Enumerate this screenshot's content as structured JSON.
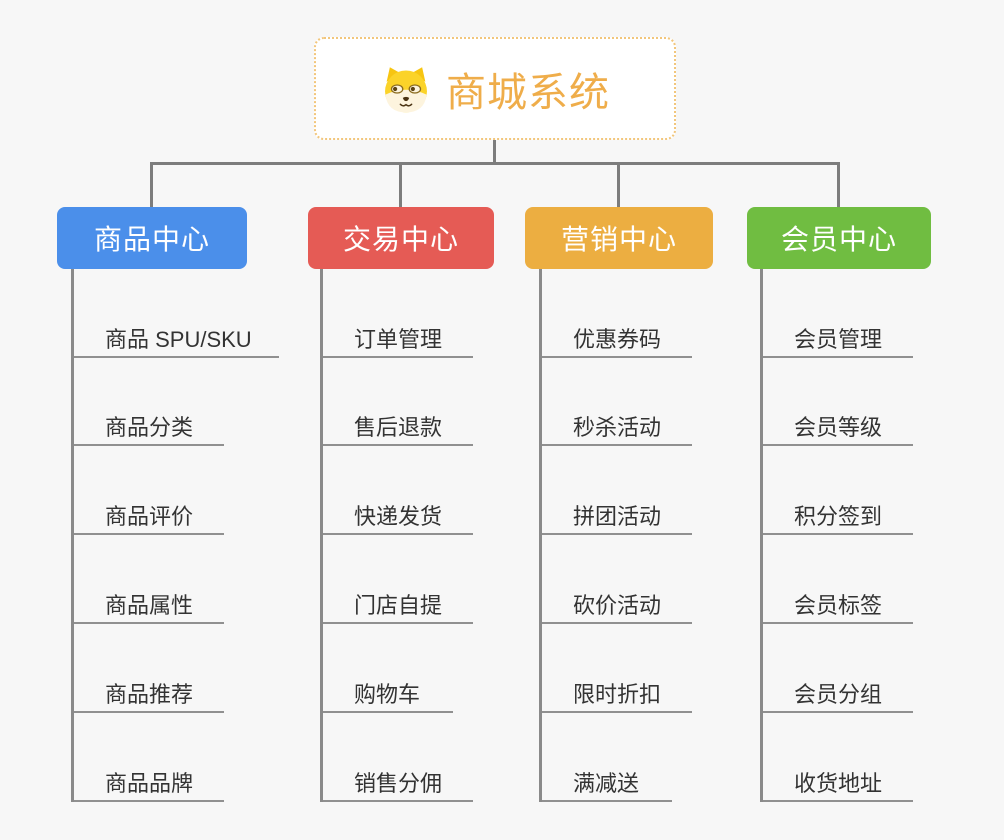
{
  "root": {
    "title": "商城系统",
    "icon": "shiba-dog-icon"
  },
  "branches": [
    {
      "label": "商品中心",
      "color": "#4B8FEA",
      "items": [
        "商品 SPU/SKU",
        "商品分类",
        "商品评价",
        "商品属性",
        "商品推荐",
        "商品品牌"
      ]
    },
    {
      "label": "交易中心",
      "color": "#E55B55",
      "items": [
        "订单管理",
        "售后退款",
        "快递发货",
        "门店自提",
        "购物车",
        "销售分佣"
      ]
    },
    {
      "label": "营销中心",
      "color": "#ECAE41",
      "items": [
        "优惠券码",
        "秒杀活动",
        "拼团活动",
        "砍价活动",
        "限时折扣",
        "满减送"
      ]
    },
    {
      "label": "会员中心",
      "color": "#70BD41",
      "items": [
        "会员管理",
        "会员等级",
        "积分签到",
        "会员标签",
        "会员分组",
        "收货地址"
      ]
    }
  ],
  "colors": {
    "background": "#F7F7F7",
    "root_border": "#F2C67C",
    "root_title": "#EFAD4A",
    "connector": "#7D7D7D",
    "item_underline": "#909090",
    "item_text": "#333333",
    "branch_text": "#FFFFFF"
  }
}
